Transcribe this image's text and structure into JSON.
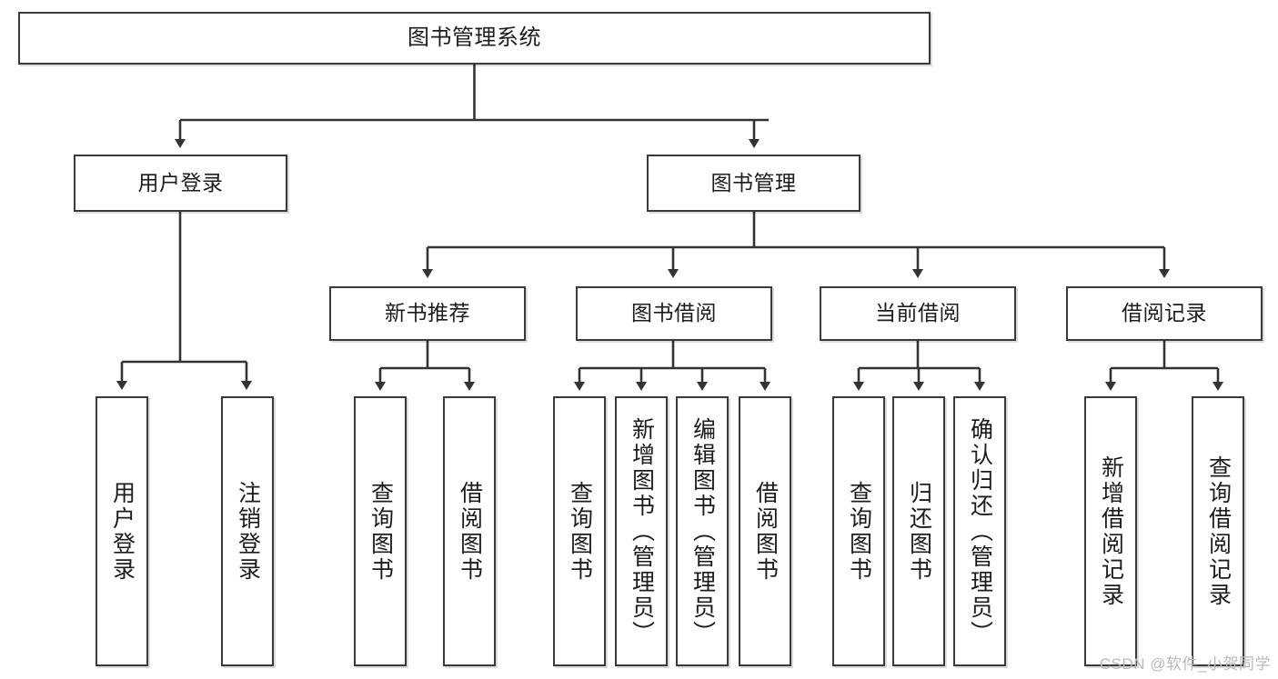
{
  "diagram": {
    "title": "图书管理系统",
    "type": "tree",
    "colors": {
      "box_border": "#3a3a3a",
      "box_fill": "#ffffff",
      "connector": "#333333",
      "text": "#1c1c1c",
      "watermark": "#b9b9b9"
    },
    "levels": {
      "root": {
        "label": "图书管理系统"
      },
      "level2": [
        {
          "label": "用户登录"
        },
        {
          "label": "图书管理"
        }
      ],
      "level3": [
        {
          "label": "新书推荐"
        },
        {
          "label": "图书借阅"
        },
        {
          "label": "当前借阅"
        },
        {
          "label": "借阅记录"
        }
      ],
      "leaves": {
        "user_login": [
          {
            "label": "用户登录"
          },
          {
            "label": "注销登录"
          }
        ],
        "new_book_recommend": [
          {
            "label": "查询图书"
          },
          {
            "label": "借阅图书"
          }
        ],
        "book_borrow": [
          {
            "label": "查询图书"
          },
          {
            "label": "新增图书（管理员）"
          },
          {
            "label": "编辑图书（管理员）"
          },
          {
            "label": "借阅图书"
          }
        ],
        "current_borrow": [
          {
            "label": "查询图书"
          },
          {
            "label": "归还图书"
          },
          {
            "label": "确认归还（管理员）"
          }
        ],
        "borrow_record": [
          {
            "label": "新增借阅记录"
          },
          {
            "label": "查询借阅记录"
          }
        ]
      }
    },
    "watermark": "CSDN @软件_小贺同学"
  }
}
